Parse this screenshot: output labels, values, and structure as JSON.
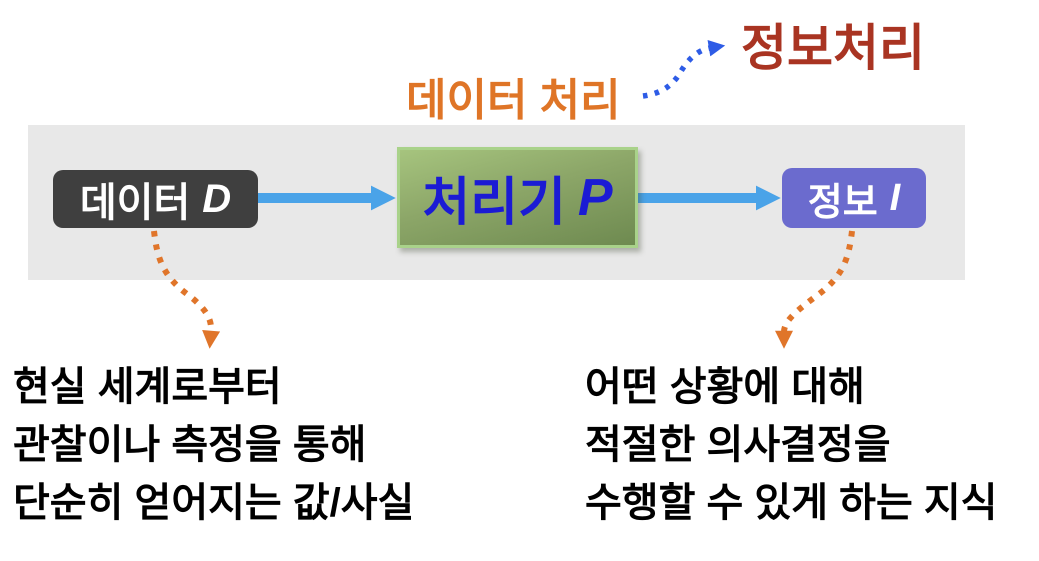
{
  "headings": {
    "data_processing": {
      "text": "데이터 처리",
      "color": "#df7527"
    },
    "info_processing": {
      "text": "정보처리",
      "color": "#a93422"
    }
  },
  "boxes": {
    "data": {
      "label": "데이터",
      "symbol": "D",
      "bg": "#3f3f3f",
      "text_color": "#ffffff"
    },
    "processor": {
      "label": "처리기",
      "symbol": "P",
      "bg_top": "#a6c47e",
      "bg_bottom": "#6e8a50",
      "border_color": "#a9d28a",
      "text_color": "#1b1bd4"
    },
    "info": {
      "label": "정보",
      "symbol": "I",
      "bg": "#6b6bce",
      "text_color": "#ffffff"
    }
  },
  "notes": {
    "data": {
      "lines": [
        "현실 세계로부터",
        "관찰이나 측정을 통해",
        "단순히 얻어지는 값/사실"
      ]
    },
    "info": {
      "lines": [
        "어떤 상황에 대해",
        "적절한 의사결정을",
        "수행할 수 있게 하는 지식"
      ]
    }
  },
  "colors": {
    "background": "#ffffff",
    "band": "#e8e8e8",
    "flow_arrow": "#4aa3e8",
    "dotted_annotation": "#e0752a",
    "dotted_link": "#2e5ce6",
    "note_text": "#000000"
  }
}
